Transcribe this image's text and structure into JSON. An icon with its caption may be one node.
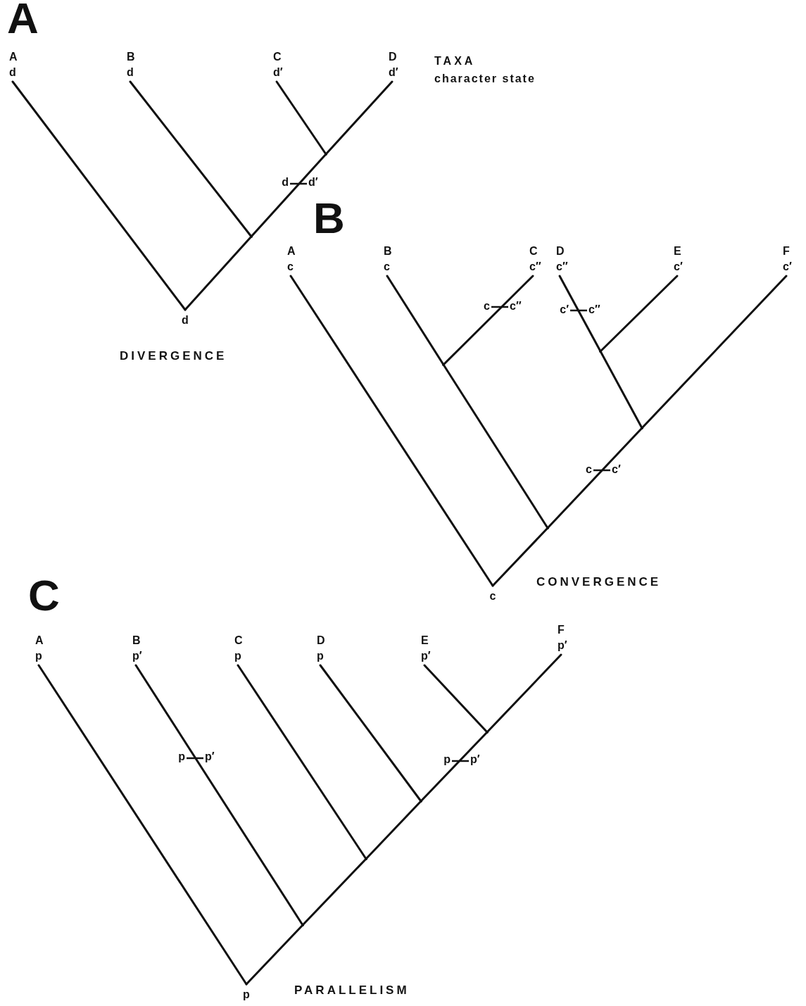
{
  "diagram": {
    "nodes": [
      {
        "text": [
          "A",
          "d"
        ]
      },
      {
        "text": [
          "B",
          "d"
        ]
      },
      {
        "text": [
          "C",
          "d′"
        ]
      },
      {
        "text": [
          "D",
          "d′"
        ]
      },
      {
        "text": [],
        "shape": "point"
      },
      {
        "text": [],
        "shape": "point"
      },
      {
        "text": [
          "d"
        ]
      },
      {
        "text": [
          "A",
          "c"
        ]
      },
      {
        "text": [
          "B",
          "c"
        ]
      },
      {
        "text": [
          "C",
          "c″"
        ]
      },
      {
        "text": [
          "D",
          "c″"
        ]
      },
      {
        "text": [
          "E",
          "c′"
        ]
      },
      {
        "text": [
          "F",
          "c′"
        ]
      },
      {
        "text": [],
        "shape": "point"
      },
      {
        "text": [],
        "shape": "point"
      },
      {
        "text": [],
        "shape": "point"
      },
      {
        "text": [],
        "shape": "point"
      },
      {
        "text": [
          "c"
        ]
      },
      {
        "text": [
          "A",
          "p"
        ]
      },
      {
        "text": [
          "B",
          "p′"
        ]
      },
      {
        "text": [
          "C",
          "p"
        ]
      },
      {
        "text": [
          "D",
          "p"
        ]
      },
      {
        "text": [
          "E",
          "p′"
        ]
      },
      {
        "text": [
          "F",
          "p′"
        ]
      },
      {
        "text": [],
        "shape": "point"
      },
      {
        "text": [],
        "shape": "point"
      },
      {
        "text": [],
        "shape": "point"
      },
      {
        "text": [],
        "shape": "point"
      },
      {
        "text": [
          "p"
        ]
      }
    ],
    "edges": [
      {
        "from": 6,
        "to": 0,
        "arrow": "none"
      },
      {
        "from": 6,
        "to": 5,
        "arrow": "none"
      },
      {
        "from": 5,
        "to": 1,
        "arrow": "none"
      },
      {
        "from": 5,
        "to": 4,
        "arrow": "none"
      },
      {
        "from": 4,
        "to": 2,
        "arrow": "none"
      },
      {
        "from": 4,
        "to": 3,
        "arrow": "none"
      },
      {
        "from": 17,
        "to": 7,
        "arrow": "none"
      },
      {
        "from": 17,
        "to": 16,
        "arrow": "none"
      },
      {
        "from": 16,
        "to": 13,
        "arrow": "none"
      },
      {
        "from": 13,
        "to": 8,
        "arrow": "none"
      },
      {
        "from": 13,
        "to": 9,
        "arrow": "none"
      },
      {
        "from": 16,
        "to": 15,
        "arrow": "none"
      },
      {
        "from": 15,
        "to": 14,
        "arrow": "none"
      },
      {
        "from": 14,
        "to": 10,
        "arrow": "none"
      },
      {
        "from": 14,
        "to": 11,
        "arrow": "none"
      },
      {
        "from": 15,
        "to": 12,
        "arrow": "none"
      },
      {
        "from": 28,
        "to": 18,
        "arrow": "none"
      },
      {
        "from": 28,
        "to": 27,
        "arrow": "none"
      },
      {
        "from": 27,
        "to": 19,
        "arrow": "none"
      },
      {
        "from": 27,
        "to": 26,
        "arrow": "none"
      },
      {
        "from": 26,
        "to": 20,
        "arrow": "none"
      },
      {
        "from": 26,
        "to": 25,
        "arrow": "none"
      },
      {
        "from": 25,
        "to": 21,
        "arrow": "none"
      },
      {
        "from": 25,
        "to": 24,
        "arrow": "none"
      },
      {
        "from": 24,
        "to": 22,
        "arrow": "none"
      },
      {
        "from": 24,
        "to": 23,
        "arrow": "none"
      }
    ],
    "labels": [
      "A",
      "TAXA",
      "character state",
      "d",
      "d′",
      "DIVERGENCE",
      "B",
      "c",
      "c″",
      "c′",
      "c″",
      "c",
      "c′",
      "CONVERGENCE",
      "C",
      "p",
      "p′",
      "p",
      "p′",
      "PARALLELISM"
    ]
  }
}
